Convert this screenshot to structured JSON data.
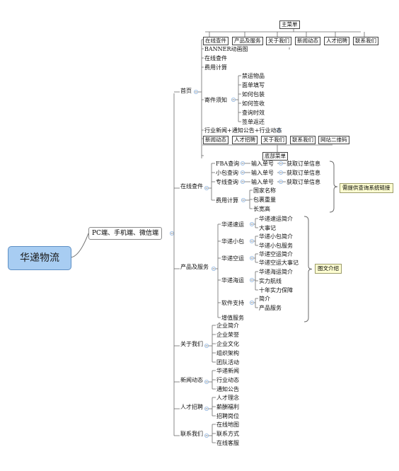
{
  "root": "华递物流",
  "level1": "PC端、手机端、微信端",
  "home": {
    "label": "首页",
    "main_menu": "主菜单",
    "menu_items": [
      "在线查件",
      "产品及服务",
      "关于我们",
      "新闻动态",
      "人才招聘",
      "联系我们"
    ],
    "banner": "BANNER动画图",
    "online_query": "在线查件",
    "fee_calc": "费用计算",
    "mailing": {
      "label": "寄件须知",
      "items": [
        "禁运物品",
        "面单填写",
        "如何包装",
        "如何签收",
        "查询时效",
        "签单返还"
      ]
    },
    "industry_news": "行业新闻+通知公告+行业动态",
    "bottom_items": [
      "新闻动态",
      "人才招聘",
      "关于我们",
      "联系我们",
      "网站二维码"
    ],
    "bottom_menu": "底部菜单"
  },
  "online": {
    "label": "在线查件",
    "rows": [
      {
        "type": "FBA查询",
        "input": "输入单号",
        "result": "获取订单信息"
      },
      {
        "type": "小包查询",
        "input": "输入单号",
        "result": "获取订单信息"
      },
      {
        "type": "专线查询",
        "input": "输入单号",
        "result": "获取订单信息"
      }
    ],
    "fee": {
      "label": "费用计算",
      "items": [
        "国家名称",
        "包裹重量",
        "长宽高"
      ]
    },
    "note": "需提供查询系统链接"
  },
  "products": {
    "label": "产品及服务",
    "groups": [
      {
        "label": "华递速运",
        "items": [
          "华递速运简介",
          "大事记"
        ]
      },
      {
        "label": "华递小包",
        "items": [
          "华递小包简介",
          "华递小包服务"
        ]
      },
      {
        "label": "华递空运",
        "items": [
          "华递空运简介",
          "华递空运大事记"
        ]
      },
      {
        "label": "华递海运",
        "items": [
          "华递海运简介",
          "实力航线",
          "十年实力保障"
        ]
      },
      {
        "label": "软件支持",
        "items": [
          "简介",
          "产品服务"
        ]
      },
      {
        "label": "增值服务",
        "items": []
      }
    ],
    "note": "图文介绍"
  },
  "about": {
    "label": "关于我们",
    "items": [
      "企业简介",
      "企业荣誉",
      "企业文化",
      "组织架构",
      "团队活动"
    ]
  },
  "news": {
    "label": "新闻动态",
    "items": [
      "华递新闻",
      "行业动态",
      "通知公告"
    ]
  },
  "jobs": {
    "label": "人才招聘",
    "items": [
      "人才理念",
      "薪酬福利",
      "招聘岗位"
    ]
  },
  "contact": {
    "label": "联系我们",
    "items": [
      "在线地图",
      "联系方式",
      "在线客服"
    ]
  },
  "colors": {
    "root_fill": "#a8cdf2",
    "root_border": "#5e8fc4",
    "line": "#6b6b6b",
    "note_fill": "#ffffd2",
    "toggle": "#8db3df"
  }
}
